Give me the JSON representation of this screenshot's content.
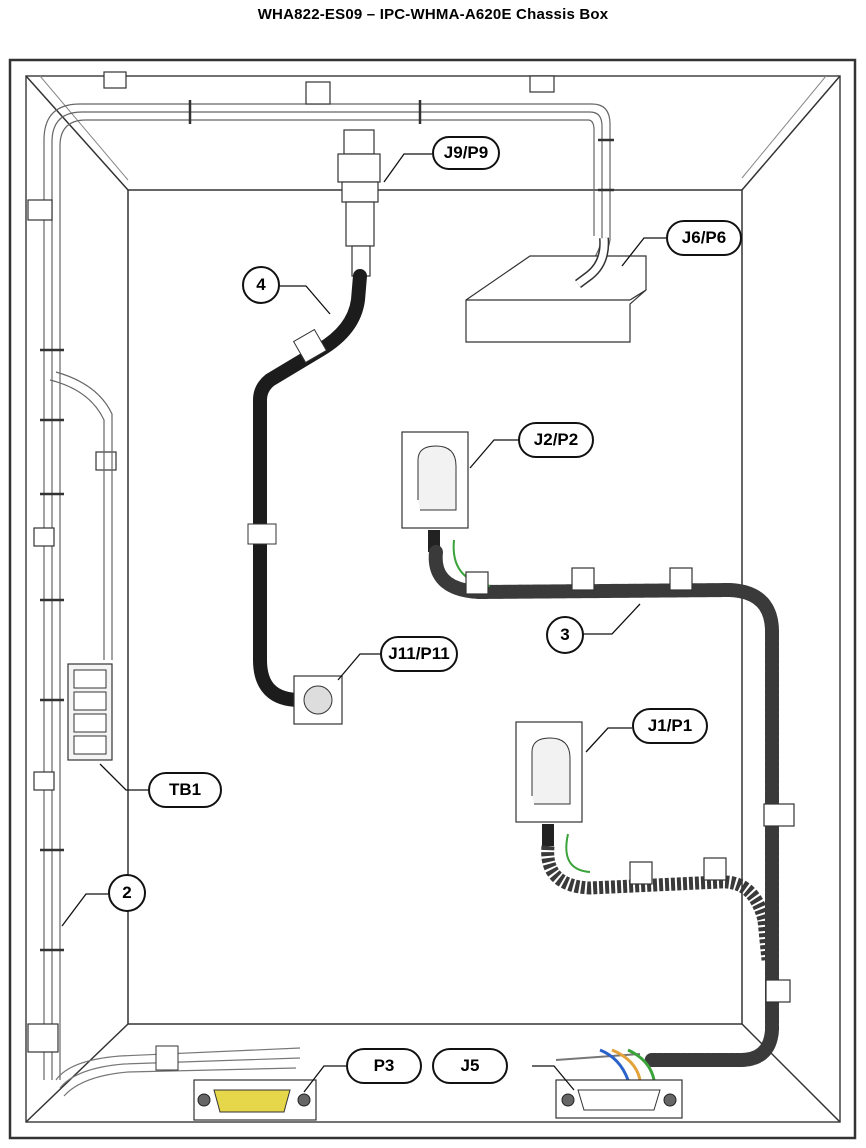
{
  "title": "WHA822-ES09 – IPC-WHMA-A620E Chassis Box",
  "callouts": {
    "j9p9": "J9/P9",
    "j6p6": "J6/P6",
    "item4": "4",
    "j2p2": "J2/P2",
    "item3": "3",
    "j11p11": "J11/P11",
    "j1p1": "J1/P1",
    "tb1": "TB1",
    "item2": "2",
    "p3": "P3",
    "j5": "J5"
  },
  "colors": {
    "outline": "#222222",
    "cable_black": "#1c1c1c",
    "braid": "#555555",
    "ground_wire": "#3aa33a",
    "wire_blue": "#2a62c9",
    "wire_orange": "#e3a23a",
    "d_sub_pins": "#e6d64a"
  }
}
